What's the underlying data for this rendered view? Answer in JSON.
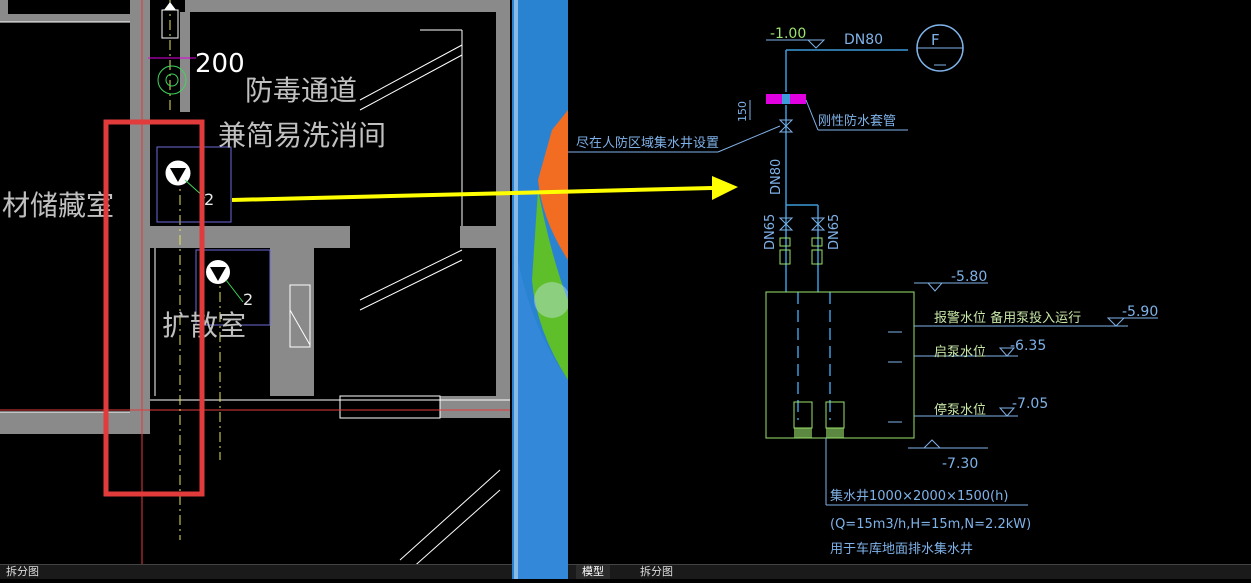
{
  "left_drawing": {
    "dimension": "200",
    "room_antigas_line1": "防毒通道",
    "room_antigas_line2": "兼简易洗消间",
    "room_storage": "材储藏室",
    "room_expansion": "扩散室",
    "pump_tag_1": "2",
    "pump_tag_2": "2"
  },
  "right_drawing": {
    "elev_top": "-1.00",
    "pipe_dn80_top": "DN80",
    "fan_symbol": "F",
    "dim_150": "150",
    "sleeve_label": "刚性防水套管",
    "note_label": "尽在人防区域集水井设置",
    "pipe_dn80_vertical": "DN80",
    "pipe_dn65_left": "DN65",
    "pipe_dn65_right": "DN65",
    "elev_580": "-5.80",
    "elev_590": "-5.90",
    "alarm_label": "报警水位 备用泵投入运行",
    "elev_635": "-6.35",
    "start_label": "启泵水位",
    "elev_705": "-7.05",
    "stop_label": "停泵水位",
    "elev_730": "-7.30",
    "pit_label": "集水井1000×2000×1500(h)",
    "pump_spec": "(Q=15m3/h,H=15m,N=2.2kW)",
    "pit_usage": "用于车库地面排水集水井"
  },
  "tabs_left": {
    "split_view": "拆分图"
  },
  "tabs_right": {
    "model": "模型",
    "split_view": "拆分图"
  },
  "colors": {
    "background": "#000000",
    "wall_fill": "#8a8a8a",
    "highlight_box": "#e23b3b",
    "arrow": "#ffff00",
    "pipe_line": "#3d9bd9",
    "cad_text": "#7fb2e8",
    "green_line": "#9be36c",
    "magenta": "#e000e0"
  }
}
